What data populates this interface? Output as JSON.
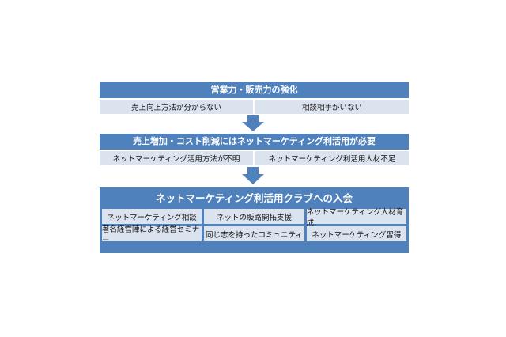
{
  "colors": {
    "band": "#4f81bd",
    "cell": "#dbe3ef",
    "text_on_band": "#ffffff"
  },
  "step1": {
    "title": "営業力・販売力の強化",
    "items": [
      "売上向上方法が分からない",
      "相談相手がいない"
    ]
  },
  "step2": {
    "title": "売上増加・コスト削減にはネットマーケティング利活用が必要",
    "items": [
      "ネットマーケティング活用方法が不明",
      "ネットマーケティング利活用人材不足"
    ]
  },
  "step3": {
    "title": "ネットマーケティング利活用クラブへの入会",
    "row1": [
      "ネットマーケティング相談",
      "ネットの販路開拓支援",
      "ネットマーケティング人材育成"
    ],
    "row2": [
      "著名経営陣による経営セミナー",
      "同じ志を持ったコミュニティ",
      "ネットマーケティング習得"
    ]
  }
}
